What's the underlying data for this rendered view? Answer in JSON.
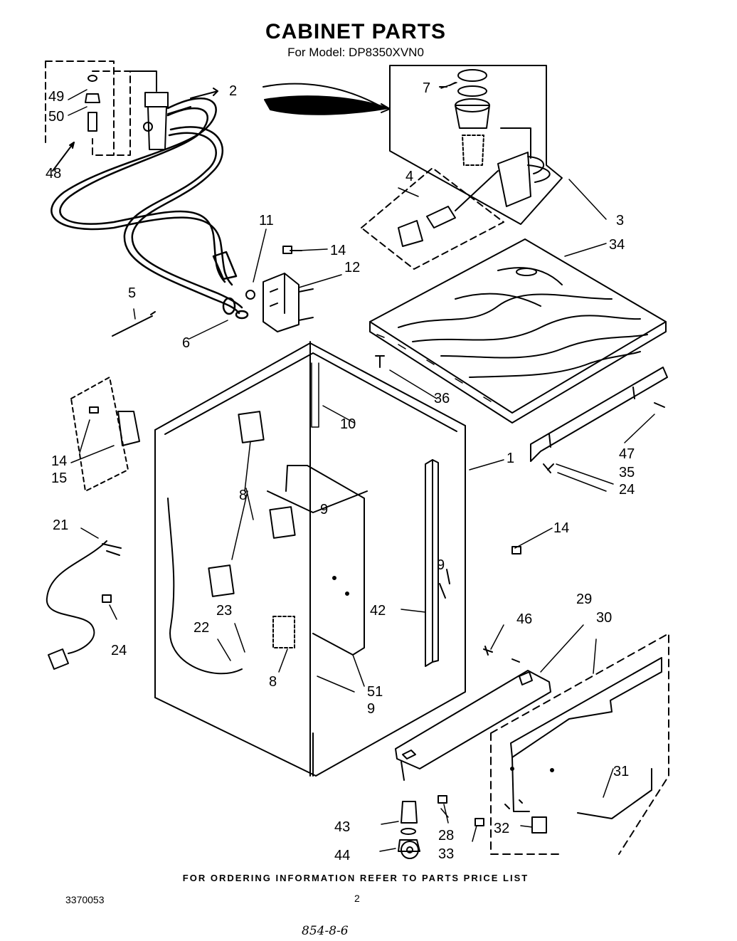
{
  "header": {
    "title": "CABINET PARTS",
    "subtitle": "For Model: DP8350XVN0"
  },
  "footer": {
    "note": "FOR ORDERING INFORMATION REFER TO PARTS PRICE LIST",
    "doc_number": "3370053",
    "page_number": "2",
    "handwritten": "854-8-6"
  },
  "callouts": {
    "c1": "1",
    "c2": "2",
    "c3": "3",
    "c4": "4",
    "c5": "5",
    "c6": "6",
    "c7": "7",
    "c8a": "8",
    "c8b": "8",
    "c9a": "9",
    "c9b": "9",
    "c9c": "9",
    "c10": "10",
    "c11": "11",
    "c12": "12",
    "c14a": "14",
    "c14b": "14",
    "c14c": "14",
    "c15": "15",
    "c21": "21",
    "c22": "22",
    "c23": "23",
    "c24a": "24",
    "c24b": "24",
    "c28": "28",
    "c29": "29",
    "c30": "30",
    "c31": "31",
    "c32": "32",
    "c33": "33",
    "c34": "34",
    "c35": "35",
    "c36": "36",
    "c42": "42",
    "c43": "43",
    "c44": "44",
    "c46": "46",
    "c47": "47",
    "c48": "48",
    "c49": "49",
    "c50": "50",
    "c51": "51"
  }
}
